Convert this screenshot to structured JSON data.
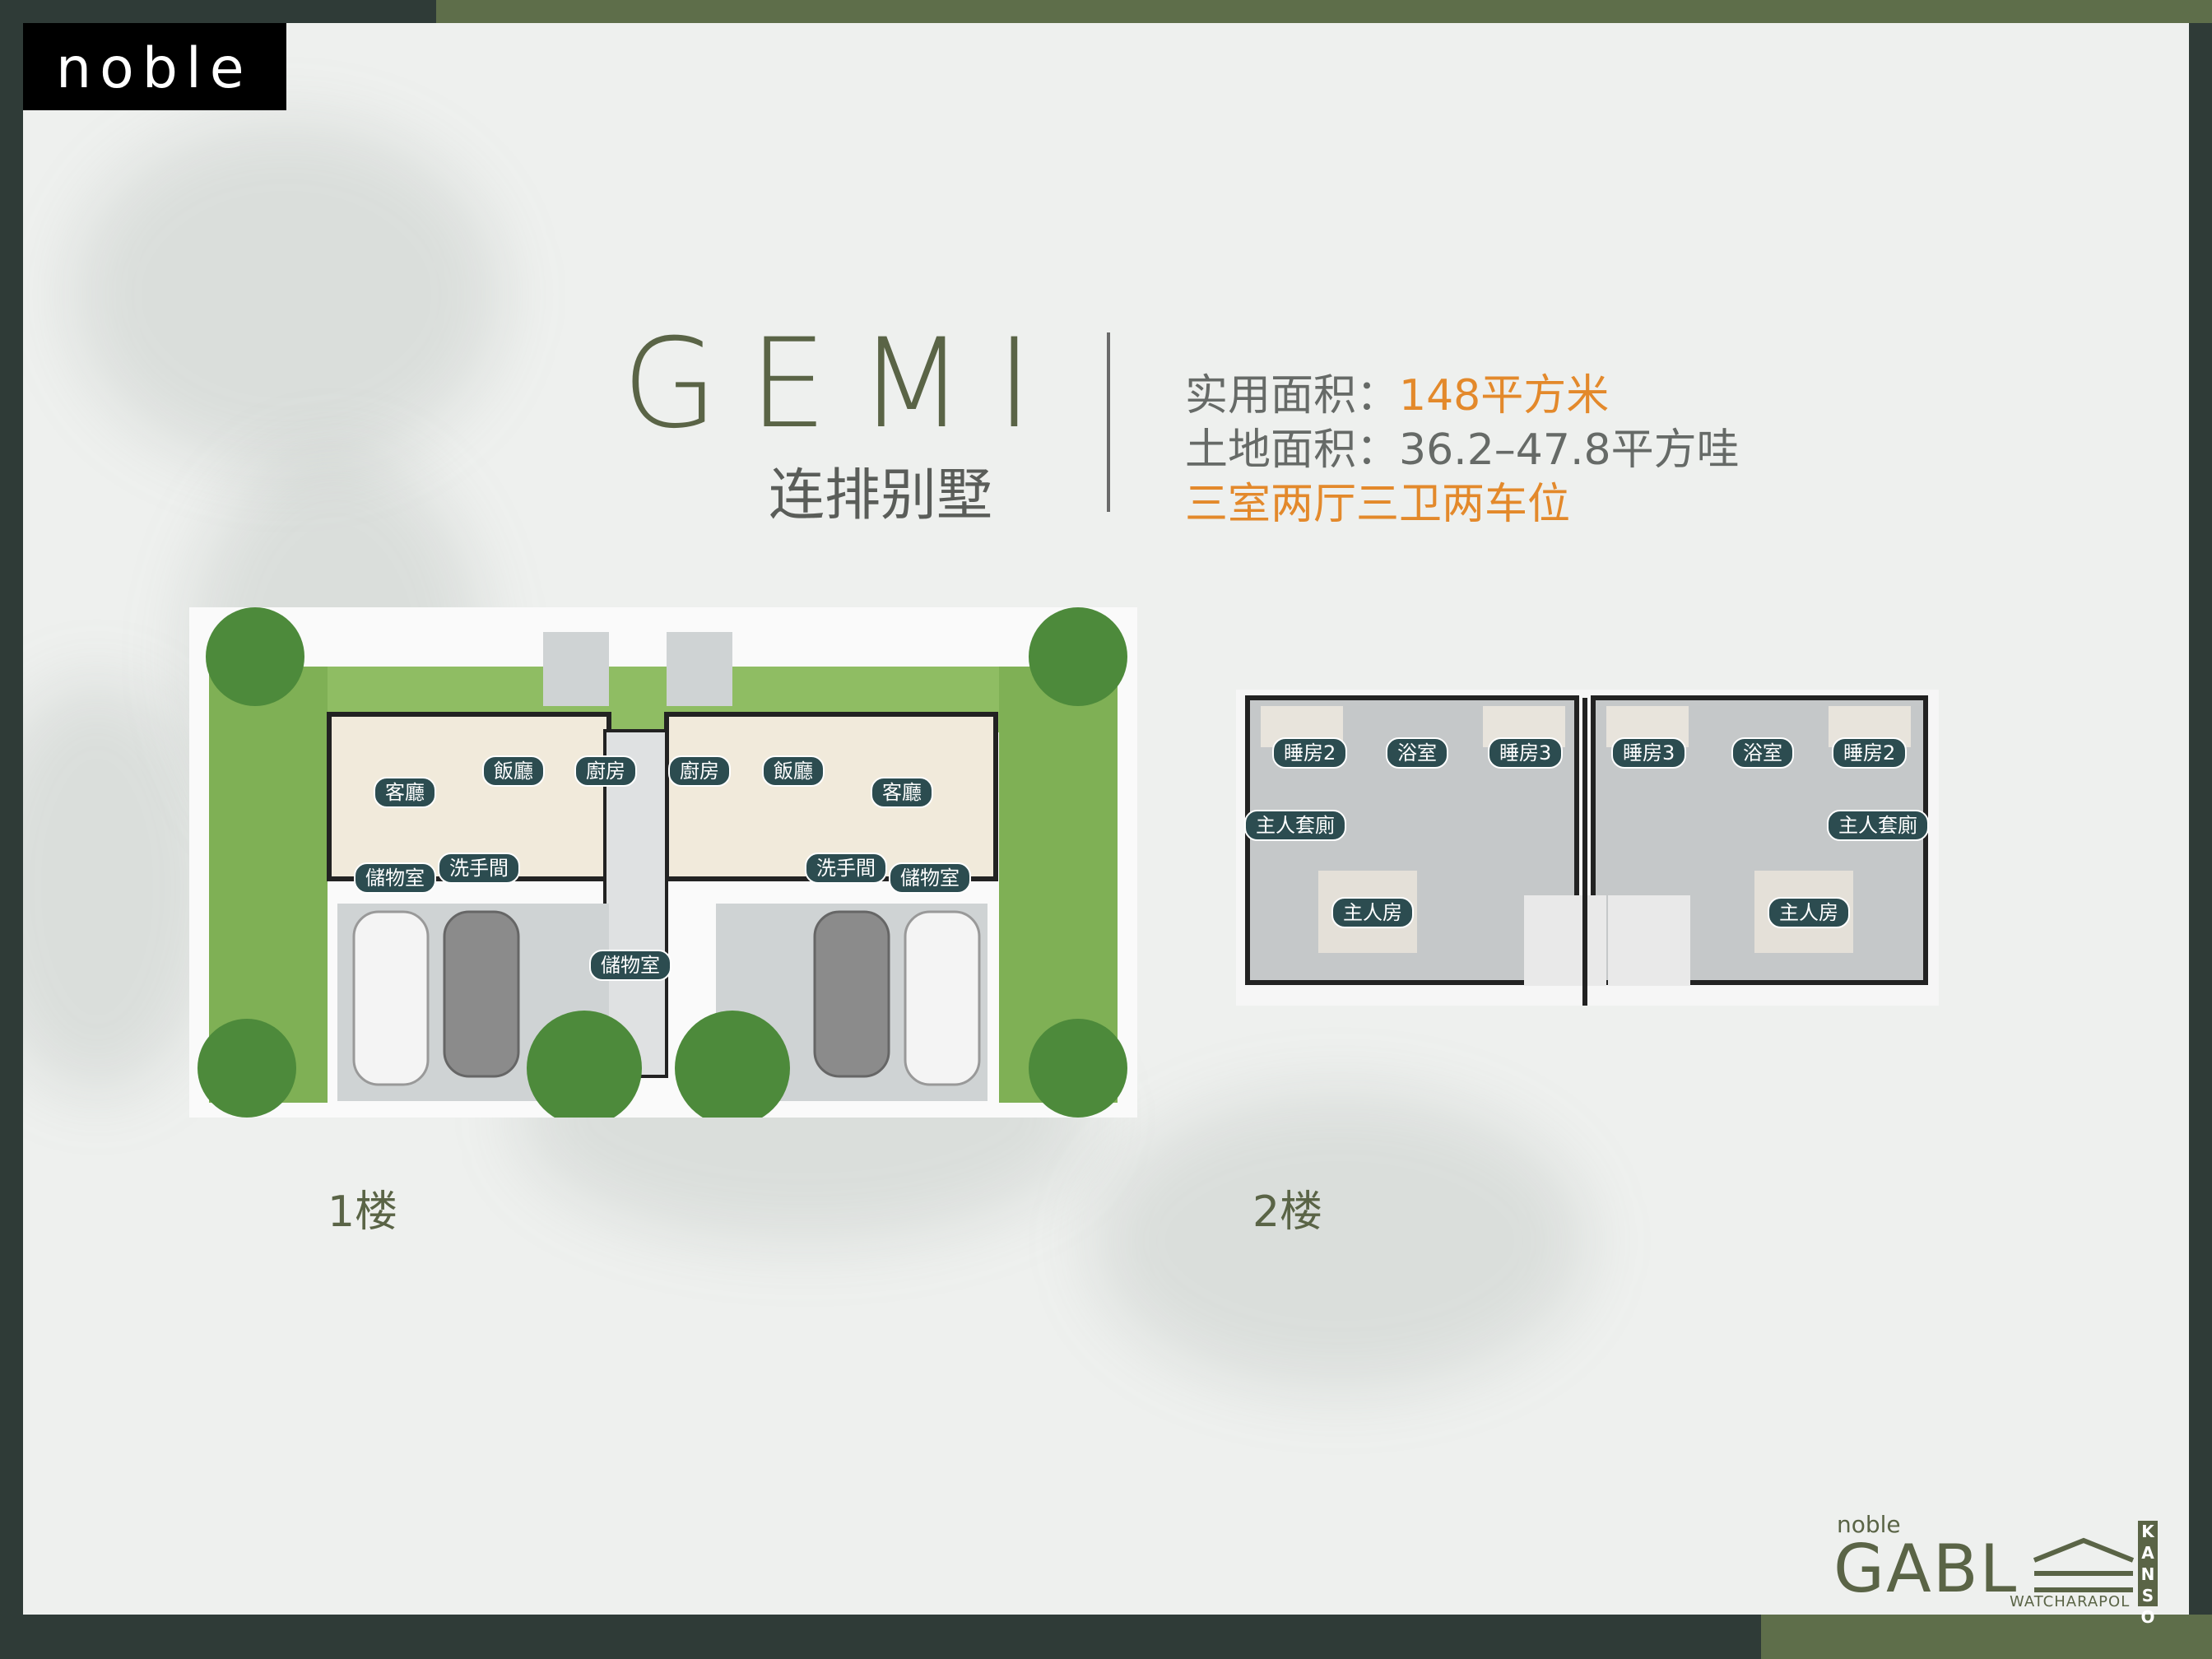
{
  "brand": {
    "logo": "noble"
  },
  "header": {
    "title": "GEMI",
    "subtitle": "连排别墅",
    "usable_area_label": "实用面积：",
    "usable_area_value": "148平方米",
    "land_area": "土地面积：36.2–47.8平方哇",
    "layout": "三室两厅三卫两车位"
  },
  "floor1": {
    "label": "1楼",
    "rooms": [
      "客廳",
      "飯廳",
      "廚房",
      "廚房",
      "飯廳",
      "客廳",
      "儲物室",
      "洗手間",
      "洗手間",
      "儲物室",
      "儲物室"
    ]
  },
  "floor2": {
    "label": "2楼",
    "rooms": [
      "睡房2",
      "浴室",
      "睡房3",
      "睡房3",
      "浴室",
      "睡房2",
      "主人套廁",
      "主人套廁",
      "主人房",
      "主人房"
    ]
  },
  "footer_brand": {
    "noble": "noble",
    "gable": "GABL",
    "watcharapol": "WATCHARAPOL",
    "kanso": "KANSO"
  },
  "colors": {
    "accent": "#e3892b",
    "olive": "#5a6446",
    "frame": "#2f3b37",
    "tag": "#2c4c50"
  }
}
